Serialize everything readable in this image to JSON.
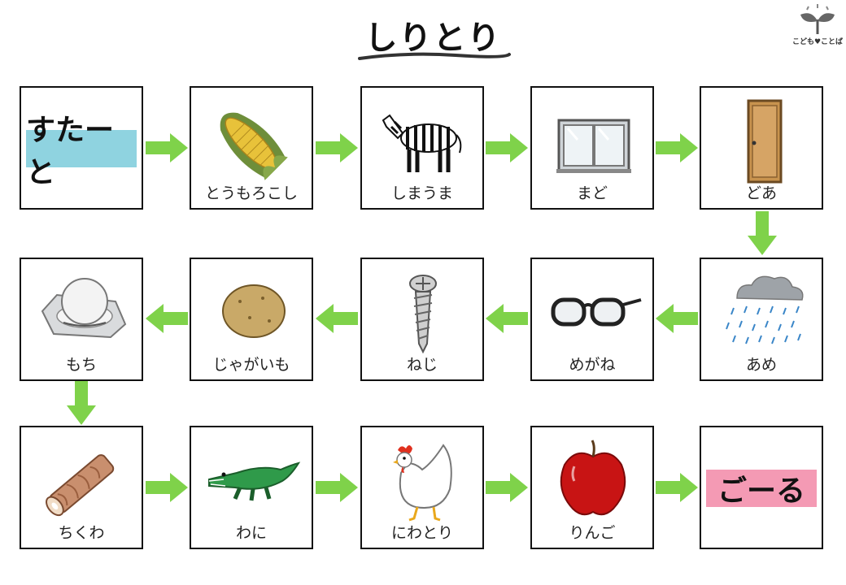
{
  "title": "しりとり",
  "logo": {
    "text": "こども♥ことば",
    "icon": "sprout-logo-icon"
  },
  "start": {
    "label": "すたーと",
    "color": "#8fd3e0"
  },
  "goal": {
    "label": "ごーる",
    "color": "#f49ab4"
  },
  "arrow_color": "#7fd24a",
  "cards": [
    {
      "id": "corn",
      "label": "とうもろこし",
      "icon": "corn-icon"
    },
    {
      "id": "zebra",
      "label": "しまうま",
      "icon": "zebra-icon"
    },
    {
      "id": "window",
      "label": "まど",
      "icon": "window-icon"
    },
    {
      "id": "door",
      "label": "どあ",
      "icon": "door-icon"
    },
    {
      "id": "rain",
      "label": "あめ",
      "icon": "rain-cloud-icon"
    },
    {
      "id": "glasses",
      "label": "めがね",
      "icon": "glasses-icon"
    },
    {
      "id": "screw",
      "label": "ねじ",
      "icon": "screw-icon"
    },
    {
      "id": "potato",
      "label": "じゃがいも",
      "icon": "potato-icon"
    },
    {
      "id": "mochi",
      "label": "もち",
      "icon": "mochi-icon"
    },
    {
      "id": "chikuwa",
      "label": "ちくわ",
      "icon": "chikuwa-icon"
    },
    {
      "id": "crocodile",
      "label": "わに",
      "icon": "crocodile-icon"
    },
    {
      "id": "chicken",
      "label": "にわとり",
      "icon": "chicken-icon"
    },
    {
      "id": "apple",
      "label": "りんご",
      "icon": "apple-icon"
    }
  ]
}
